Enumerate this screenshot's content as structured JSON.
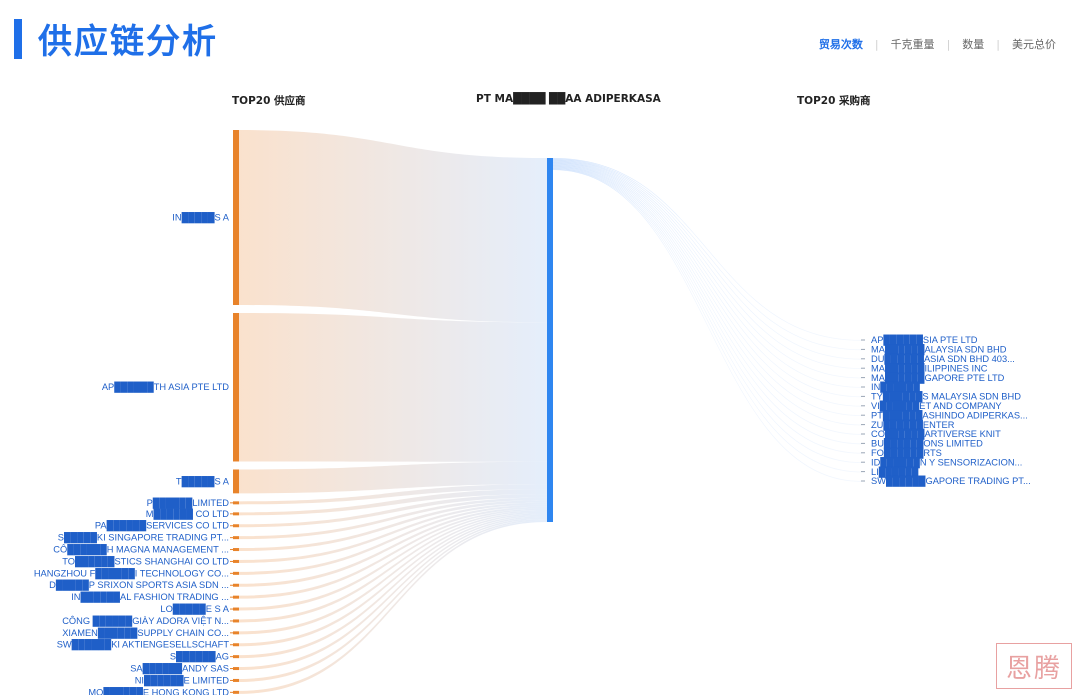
{
  "header": {
    "title": "供应链分析"
  },
  "tabs": [
    {
      "label": "贸易次数",
      "active": true
    },
    {
      "label": "千克重量",
      "active": false
    },
    {
      "label": "数量",
      "active": false
    },
    {
      "label": "美元总价",
      "active": false
    }
  ],
  "columns": {
    "suppliers": "TOP20 供应商",
    "center": "PT MA████ ██AA ADIPERKASA",
    "buyers": "TOP20 采购商"
  },
  "colors": {
    "accent": "#1f6fe8",
    "supplier_node": "#e8832a",
    "center_node": "#2f86f0",
    "label": "#1f5fc8"
  },
  "watermark": "恩腾",
  "chart_data": {
    "type": "sankey",
    "center_node": "PT MA████ ██AA ADIPERKASA",
    "suppliers": [
      {
        "name": "IN█████S A",
        "value": 33
      },
      {
        "name": "AP██████TH ASIA PTE LTD",
        "value": 28
      },
      {
        "name": "T█████S A",
        "value": 4.5
      },
      {
        "name": "P██████LIMITED",
        "value": 1
      },
      {
        "name": "M██████ CO LTD",
        "value": 1
      },
      {
        "name": "PA██████SERVICES CO LTD",
        "value": 0.7
      },
      {
        "name": "S█████KI SINGAPORE TRADING PT...",
        "value": 0.5
      },
      {
        "name": "CÔ██████H MAGNA MANAGEMENT ...",
        "value": 0.5
      },
      {
        "name": "TO██████STICS SHANGHAI CO LTD",
        "value": 0.4
      },
      {
        "name": "HANGZHOU F██████I TECHNOLOGY CO...",
        "value": 0.4
      },
      {
        "name": "D█████P SRIXON SPORTS ASIA SDN ...",
        "value": 0.4
      },
      {
        "name": "IN██████AL FASHION TRADING ...",
        "value": 0.3
      },
      {
        "name": "LO█████E S A",
        "value": 0.3
      },
      {
        "name": "CÔNG ██████GIÀY ADORA VIỆT N...",
        "value": 0.3
      },
      {
        "name": "XIAMEN██████SUPPLY CHAIN CO...",
        "value": 0.3
      },
      {
        "name": "SW██████KI AKTIENGESELLSCHAFT",
        "value": 0.3
      },
      {
        "name": "S██████AG",
        "value": 0.3
      },
      {
        "name": "SA██████ANDY SAS",
        "value": 0.3
      },
      {
        "name": "NI██████E LIMITED",
        "value": 0.3
      },
      {
        "name": "MO██████E HONG KONG LTD",
        "value": 0.3
      }
    ],
    "buyers": [
      {
        "name": "AP██████SIA PTE LTD",
        "value": 1
      },
      {
        "name": "MA██████ALAYSIA SDN BHD",
        "value": 1
      },
      {
        "name": "DU██████ASIA SDN BHD 403...",
        "value": 1
      },
      {
        "name": "MA██████ILIPPINES INC",
        "value": 1
      },
      {
        "name": "MA██████GAPORE PTE LTD",
        "value": 1
      },
      {
        "name": "IN██████",
        "value": 1
      },
      {
        "name": "TY██████S MALAYSIA SDN BHD",
        "value": 1
      },
      {
        "name": "VI██████ET AND COMPANY",
        "value": 1
      },
      {
        "name": "PT██████ASHINDO ADIPERKAS...",
        "value": 1
      },
      {
        "name": "ZU██████ENTER",
        "value": 1
      },
      {
        "name": "CO██████ARTIVERSE KNIT",
        "value": 1
      },
      {
        "name": "BU██████ONS LIMITED",
        "value": 1
      },
      {
        "name": "FO██████RTS",
        "value": 1
      },
      {
        "name": "ID██████N Y SENSORIZACION...",
        "value": 1
      },
      {
        "name": "LI██████",
        "value": 1
      },
      {
        "name": "SW██████GAPORE TRADING PT...",
        "value": 1
      }
    ]
  }
}
